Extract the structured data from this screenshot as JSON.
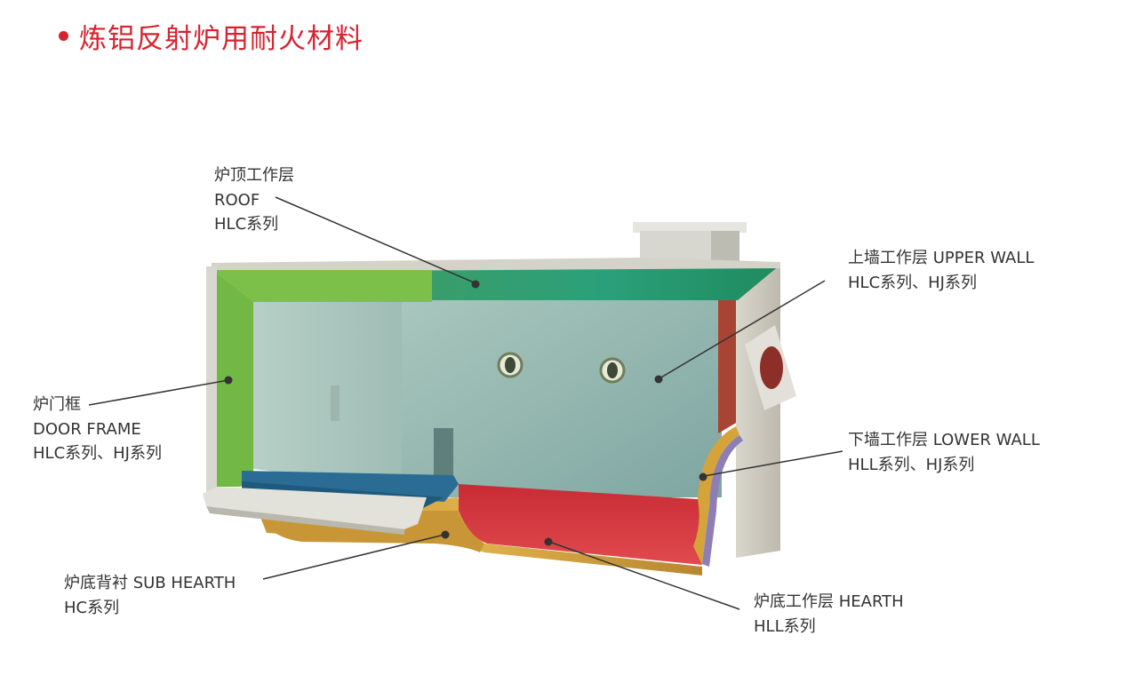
{
  "title": "炼铝反射炉用耐火材料",
  "colors": {
    "accent": "#d7232f",
    "roof": "#2e9a6a",
    "door_frame": "#7cc04a",
    "hearth": "#d9343c",
    "sub_hearth": "#d4a43a",
    "upper_wall": "#a84434",
    "lower_wall_front": "#1f6f8a"
  },
  "labels": {
    "roof": {
      "line1": "炉顶工作层",
      "line2": "ROOF",
      "line3": "HLC系列"
    },
    "upper_wall": {
      "line1": "上墙工作层 UPPER WALL",
      "line2": "HLC系列、HJ系列"
    },
    "door_frame": {
      "line1": "炉门框",
      "line2": "DOOR FRAME",
      "line3": "HLC系列、HJ系列"
    },
    "lower_wall": {
      "line1": "下墙工作层 LOWER WALL",
      "line2": "HLL系列、HJ系列"
    },
    "sub_hearth": {
      "line1": "炉底背衬 SUB HEARTH",
      "line2": "HC系列"
    },
    "hearth": {
      "line1": "炉底工作层 HEARTH",
      "line2": "HLL系列"
    }
  }
}
